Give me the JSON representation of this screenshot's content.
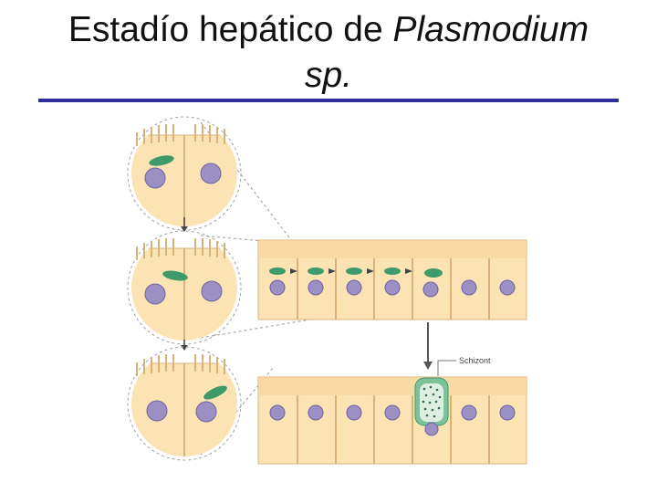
{
  "slide": {
    "title_line1_plain": "Estadío hepático de ",
    "title_line1_italic": "Plasmodium",
    "title_line2_italic": "sp."
  },
  "figure": {
    "schizont_label": "Schizont",
    "colors": {
      "cell_fill": "#fbe3b4",
      "cell_outline": "#d9b27a",
      "nucleus_fill": "#9c8fc4",
      "nucleus_outline": "#6f62a0",
      "sporozoite": "#3f9a6a",
      "schizont": "#7cc39a",
      "arrow": "#555555",
      "title_rule": "#2b2f9a"
    }
  }
}
